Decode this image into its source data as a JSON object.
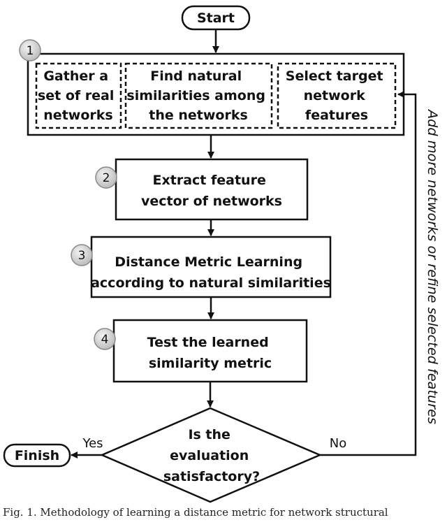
{
  "nodes": {
    "start": "Start",
    "step1": {
      "badge": "1",
      "sub_a": [
        "Gather a",
        "set of real",
        "networks"
      ],
      "sub_b": [
        "Find natural",
        "similarities among",
        "the networks"
      ],
      "sub_c": [
        "Select target",
        "network",
        "features"
      ]
    },
    "step2": {
      "badge": "2",
      "lines": [
        "Extract feature",
        "vector of networks"
      ]
    },
    "step3": {
      "badge": "3",
      "lines": [
        "Distance Metric Learning",
        "according to natural similarities"
      ]
    },
    "step4": {
      "badge": "4",
      "lines": [
        "Test the learned",
        "similarity metric"
      ]
    },
    "decision": [
      "Is the",
      "evaluation",
      "satisfactory?"
    ],
    "finish": "Finish"
  },
  "edges": {
    "yes": "Yes",
    "no": "No",
    "feedback": "Add more networks or refine selected features"
  },
  "caption": "Fig. 1.   Methodology of learning a distance metric for network structural"
}
